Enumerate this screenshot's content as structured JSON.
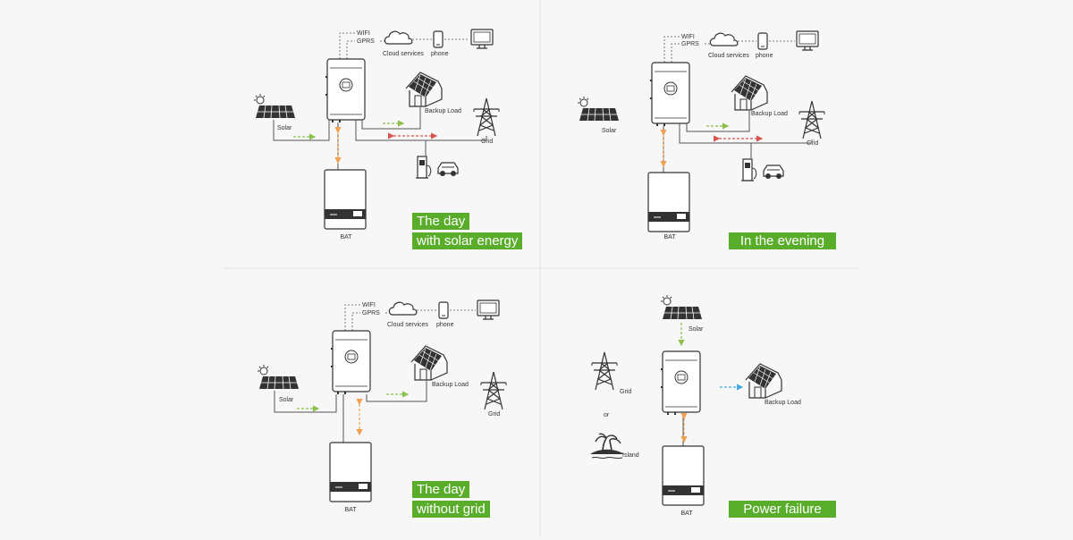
{
  "colors": {
    "background": "#f7f7f7",
    "caption_bg": "#5aad2a",
    "caption_text": "#ffffff",
    "arrow_green": "#8bbf4a",
    "arrow_red": "#d9534f",
    "arrow_orange": "#f0a050",
    "arrow_blue": "#4aa8e0",
    "divider": "#e2e2e2"
  },
  "icons": [
    "inverter-icon",
    "battery-icon",
    "solar-panel-icon",
    "house-icon",
    "grid-tower-icon",
    "ev-charger-icon",
    "car-icon",
    "cloud-icon",
    "phone-icon",
    "monitor-icon",
    "palm-island-icon"
  ],
  "panels": [
    {
      "id": "day-solar",
      "labels": {
        "wifi": "WIFI",
        "gprs": "GPRS",
        "cloud": "Cloud services",
        "phone": "phone",
        "solar": "Solar",
        "backup": "Backup Load",
        "grid": "Grid",
        "bat": "BAT"
      },
      "caption": [
        "The day",
        "with solar energy"
      ]
    },
    {
      "id": "evening",
      "labels": {
        "wifi": "WIFI",
        "gprs": "GPRS",
        "cloud": "Cloud services",
        "phone": "phone",
        "solar": "Solar",
        "backup": "Backup Load",
        "grid": "Grid",
        "bat": "BAT"
      },
      "caption": [
        "In the evening"
      ]
    },
    {
      "id": "day-no-grid",
      "labels": {
        "wifi": "WIFI",
        "gprs": "GPRS",
        "cloud": "Cloud services",
        "phone": "phone",
        "solar": "Solar",
        "backup": "Backup Load",
        "grid": "Grid",
        "bat": "BAT"
      },
      "caption": [
        "The day",
        "without grid"
      ]
    },
    {
      "id": "power-failure",
      "labels": {
        "solar": "Solar",
        "grid": "Grid",
        "or": "or",
        "island": "Island",
        "backup": "Backup Load",
        "bat": "BAT"
      },
      "caption": [
        "Power failure"
      ]
    }
  ]
}
